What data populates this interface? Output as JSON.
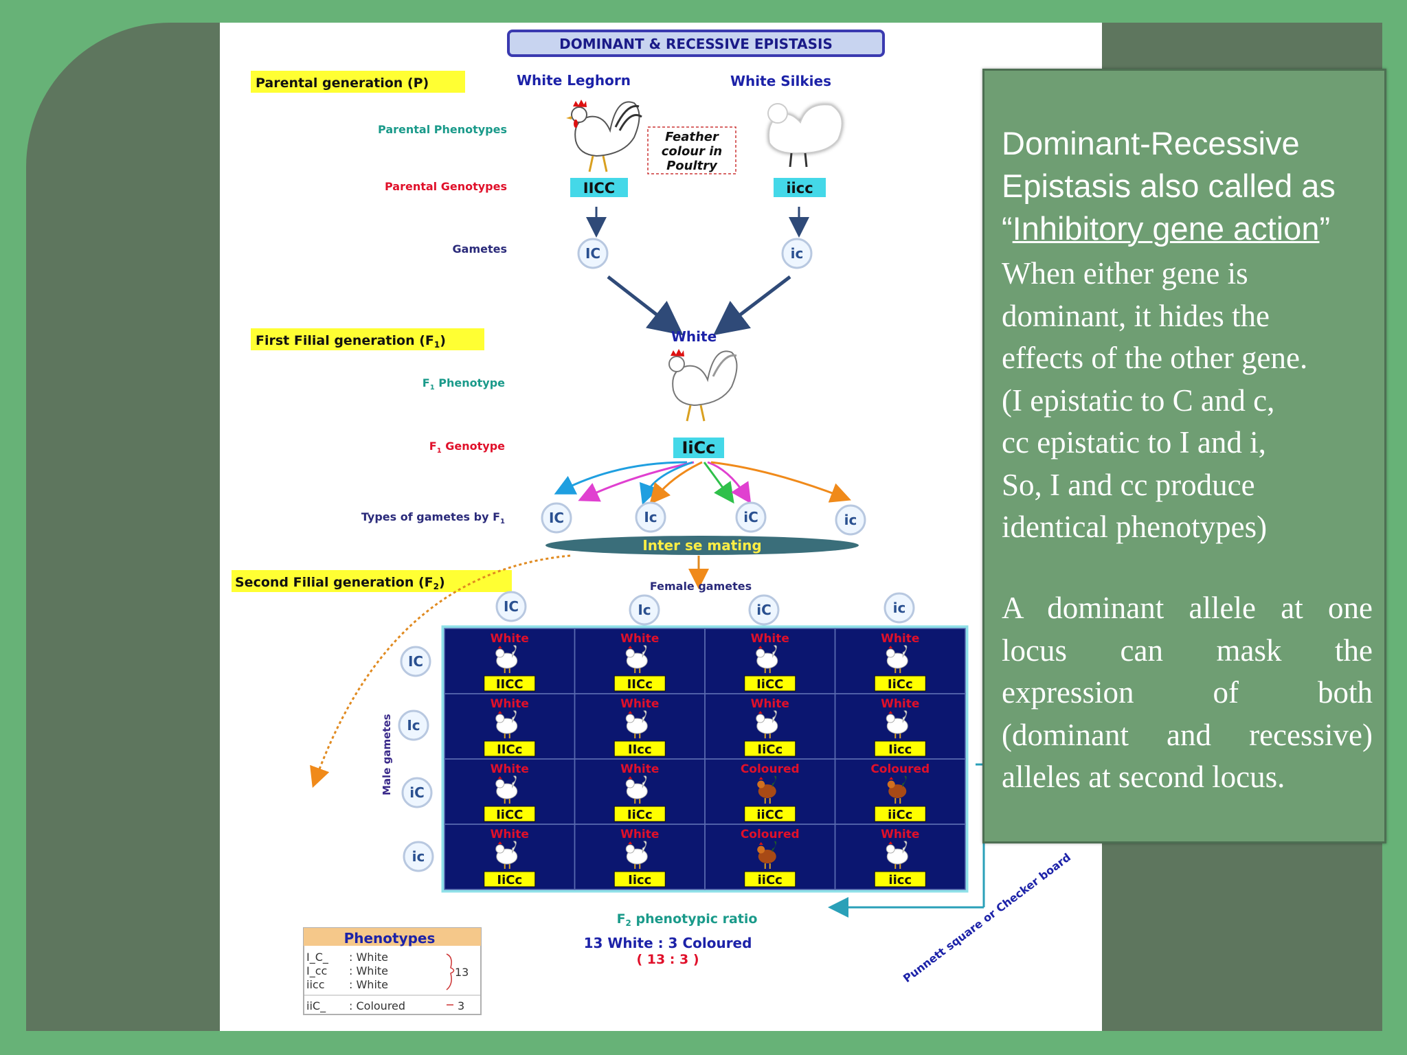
{
  "figure": {
    "title": "DOMINANT & RECESSIVE EPISTASIS",
    "parental_label": "Parental generation (P)",
    "breed_left": "White Leghorn",
    "breed_right": "White Silkies",
    "parental_phenotypes_label": "Parental Phenotypes",
    "parental_genotypes_label": "Parental Genotypes",
    "gametes_label": "Gametes",
    "note_lines": [
      "Feather",
      "colour in",
      "Poultry"
    ],
    "genotype_left": "IICC",
    "genotype_right": "iicc",
    "gamete_left": "IC",
    "gamete_right": "ic",
    "f1_label": "First Filial generation (F",
    "f1_label_sub": "1",
    "f1_phenotype_text": "White",
    "f1_phenotype_label": "F",
    "f1_phenotype_label_rest": "Phenotype",
    "f1_genotype_label_rest": "Genotype",
    "f1_genotype": "IiCc",
    "f1_gametes_label": "Types of gametes by F",
    "f1_gametes": [
      "IC",
      "Ic",
      "iC",
      "ic"
    ],
    "intermating": "Inter se mating",
    "f2_label": "Second Filial generation (F",
    "f2_label_sub": "2",
    "female_gametes_label": "Female gametes",
    "male_gametes_label": "Male gametes",
    "female_gametes": [
      "IC",
      "Ic",
      "iC",
      "ic"
    ],
    "male_gametes": [
      "IC",
      "Ic",
      "iC",
      "ic"
    ],
    "punnett": [
      [
        {
          "p": "White",
          "g": "IICC"
        },
        {
          "p": "White",
          "g": "IICc"
        },
        {
          "p": "White",
          "g": "IiCC"
        },
        {
          "p": "White",
          "g": "IiCc"
        }
      ],
      [
        {
          "p": "White",
          "g": "IICc"
        },
        {
          "p": "White",
          "g": "IIcc"
        },
        {
          "p": "White",
          "g": "IiCc"
        },
        {
          "p": "White",
          "g": "Iicc"
        }
      ],
      [
        {
          "p": "White",
          "g": "IiCC"
        },
        {
          "p": "White",
          "g": "IiCc"
        },
        {
          "p": "Coloured",
          "g": "iiCC"
        },
        {
          "p": "Coloured",
          "g": "iiCc"
        }
      ],
      [
        {
          "p": "White",
          "g": "IiCc"
        },
        {
          "p": "White",
          "g": "Iicc"
        },
        {
          "p": "Coloured",
          "g": "iiCc"
        },
        {
          "p": "White",
          "g": "iicc"
        }
      ]
    ],
    "ratio_label": "F",
    "ratio_label_rest": "phenotypic ratio",
    "ratio_text": "13 White : 3 Coloured",
    "ratio_numbers": "( 13 : 3 )",
    "phenotypes_title": "Phenotypes",
    "phenotype_rows": [
      {
        "g": "I_C_",
        "p": ": White"
      },
      {
        "g": "I_cc",
        "p": ": White"
      },
      {
        "g": "iicc",
        "p": ": White"
      },
      {
        "g": "iiC_",
        "p": ": Coloured"
      }
    ],
    "group_13": "13",
    "group_3": "3",
    "punnett_side_label": "Punnett square or Checker board",
    "colors": {
      "grid_bg": "#0b1670",
      "genotype_box": "#ffff00",
      "label_highlight": "#ffff33",
      "title_bg": "#c8d4f0",
      "title_border": "#3a3ab0",
      "blue_text": "#1c22a8",
      "red_text": "#e0102a",
      "teal_text": "#1a9a8a",
      "geno_box": "#44d8e8"
    }
  },
  "panel": {
    "heading_line1": "Dominant-Recessive",
    "heading_line2": "Epistasis also called as",
    "heading_quote_open": "“",
    "heading_link": "Inhibitory  gene action",
    "heading_quote_close": "”",
    "body_lines": [
      "When either gene is",
      "dominant, it hides the",
      "effects of the other gene.",
      "(I epistatic to C and c,",
      "cc epistatic to I and i,",
      "So, I and cc produce",
      "identical phenotypes)"
    ],
    "para2_lines": [
      "A dominant allele at one",
      "locus can mask the",
      "expression of both",
      "(dominant and recessive)",
      "alleles at second locus."
    ]
  }
}
